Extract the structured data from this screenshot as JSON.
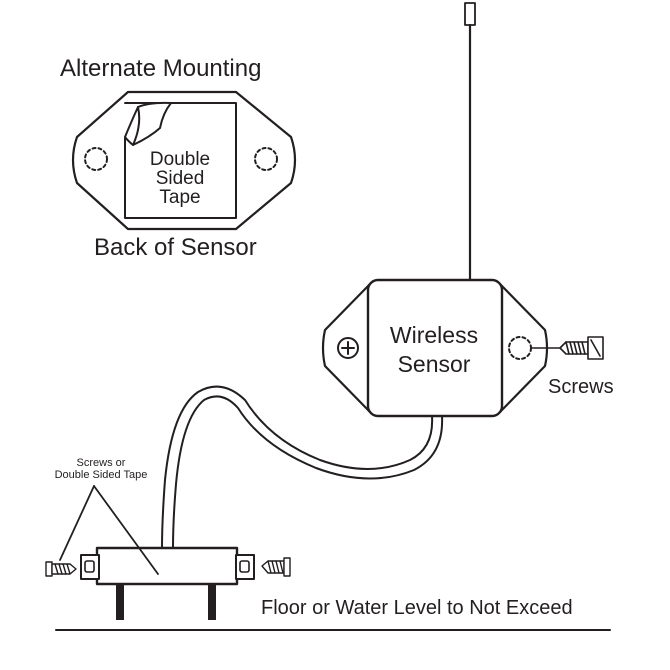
{
  "labels": {
    "alternate_mounting": "Alternate Mounting",
    "tape_line1": "Double",
    "tape_line2": "Sided",
    "tape_line3": "Tape",
    "back_of_sensor": "Back of Sensor",
    "sensor_line1": "Wireless",
    "sensor_line2": "Sensor",
    "screws": "Screws",
    "probe_note_line1": "Screws or",
    "probe_note_line2": "Double Sided Tape",
    "floor_level": "Floor or Water Level to Not Exceed"
  },
  "colors": {
    "ink": "#231f20",
    "background": "#ffffff"
  }
}
